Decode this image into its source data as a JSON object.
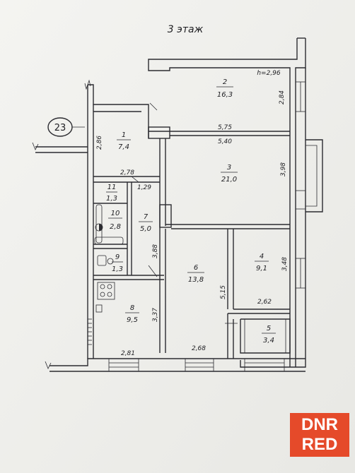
{
  "title": "3 этаж",
  "ceiling": "h=2,96",
  "building_number": "23",
  "rooms": [
    {
      "num": "1",
      "area": "7,4"
    },
    {
      "num": "2",
      "area": "16,3"
    },
    {
      "num": "3",
      "area": "21,0"
    },
    {
      "num": "4",
      "area": "9,1"
    },
    {
      "num": "5",
      "area": "3,4"
    },
    {
      "num": "6",
      "area": "13,8"
    },
    {
      "num": "7",
      "area": "5,0"
    },
    {
      "num": "8",
      "area": "9,5"
    },
    {
      "num": "9",
      "area": "1,3"
    },
    {
      "num": "10",
      "area": "2,8"
    },
    {
      "num": "11",
      "area": "1,3"
    }
  ],
  "dims": {
    "d_575": "5,75",
    "d_540": "5,40",
    "d_284": "2,84",
    "d_398": "3,98",
    "d_286": "2,86",
    "d_278": "2,78",
    "d_129": "1,29",
    "d_388": "3,88",
    "d_348": "3,48",
    "d_262": "2,62",
    "d_515": "5,15",
    "d_337": "3,37",
    "d_281": "2,81",
    "d_268": "2,68"
  },
  "watermark": {
    "line1": "DNR",
    "line2": "RED"
  }
}
